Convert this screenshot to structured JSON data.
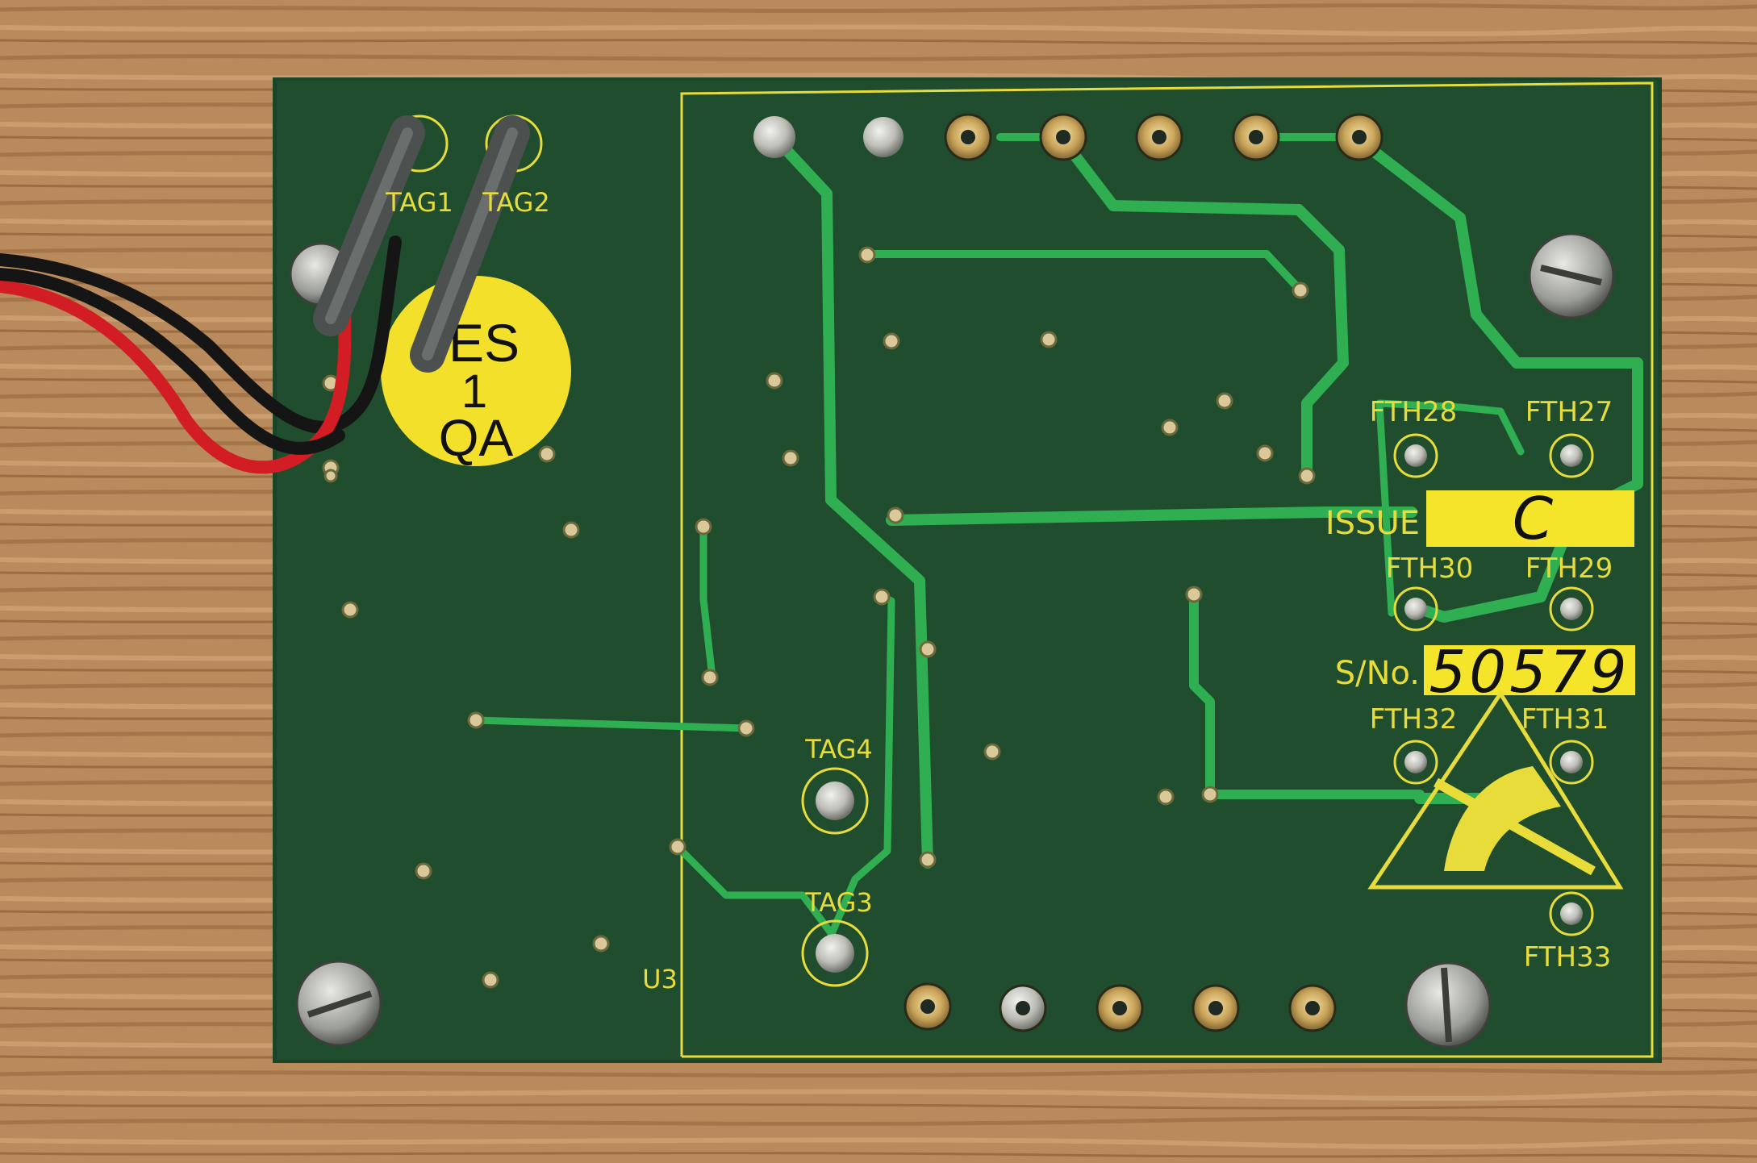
{
  "sticker": {
    "line1": "ES",
    "line2": "1",
    "line3": "QA",
    "color": "#f2e02a"
  },
  "tags": {
    "tag1": "TAG1",
    "tag2": "TAG2",
    "tag3": "TAG3",
    "tag4": "TAG4"
  },
  "fth": {
    "fth27": "FTH27",
    "fth28": "FTH28",
    "fth29": "FTH29",
    "fth30": "FTH30",
    "fth31": "FTH31",
    "fth32": "FTH32",
    "fth33": "FTH33"
  },
  "component_label": "U3",
  "issue": {
    "label": "ISSUE",
    "value": "C"
  },
  "serial": {
    "label": "S/No.",
    "value": "50579"
  },
  "colors": {
    "board": "#1d4a2b",
    "trace": "#2fae52",
    "silkscreen": "#e7dc3a",
    "wood": "#b98a5c",
    "label_fill": "#f5e52a"
  },
  "icons": {
    "esd": "esd-warning-icon"
  }
}
